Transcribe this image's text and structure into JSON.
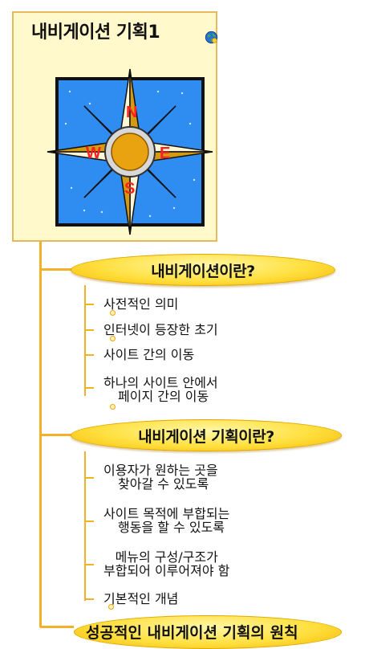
{
  "root": {
    "title": "내비게이션 기획1"
  },
  "compass": {
    "north": "N",
    "east": "E",
    "south": "S",
    "west": "W"
  },
  "topics": [
    {
      "label": "내비게이션이란?",
      "items": [
        {
          "line1": "사전적인 의미",
          "line2": ""
        },
        {
          "line1": "인터넷이 등장한 초기",
          "line2": ""
        },
        {
          "line1": "사이트 간의 이동",
          "line2": ""
        },
        {
          "line1": "하나의 사이트 안에서",
          "line2": "페이지 간의 이동"
        }
      ]
    },
    {
      "label": "내비게이션 기획이란?",
      "items": [
        {
          "line1": "이용자가 원하는 곳을",
          "line2": "찾아갈 수 있도록"
        },
        {
          "line1": "사이트 목적에 부합되는",
          "line2": "행동을 할 수 있도록"
        },
        {
          "line1": "메뉴의 구성/구조가",
          "line2": "부합되어 이루어져야 함"
        },
        {
          "line1": "기본적인 개념",
          "line2": ""
        }
      ]
    },
    {
      "label": "성공적인 내비게이션 기획의 원칙"
    }
  ],
  "colors": {
    "connector": "#f2b128",
    "card_bg": "#fff9cc",
    "topic_fill": "#ffe040",
    "compass_blue": "#2f8cf0",
    "compass_gold": "#d49a12",
    "letters": "#ff2020"
  }
}
